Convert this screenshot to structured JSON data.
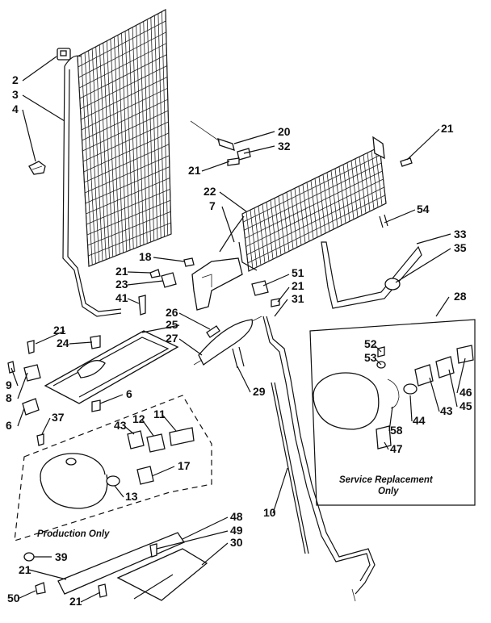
{
  "part_numbers": {
    "n2": "2",
    "n3": "3",
    "n4": "4",
    "n20": "20",
    "n32": "32",
    "n21_top_right": "21",
    "n21_left_mid": "21",
    "n22": "22",
    "n7": "7",
    "n54": "54",
    "n33": "33",
    "n35": "35",
    "n18": "18",
    "n21_bracket": "21",
    "n23": "23",
    "n51": "51",
    "n21_clip": "21",
    "n31": "31",
    "n41": "41",
    "n28": "28",
    "n26": "26",
    "n25": "25",
    "n21_pan": "21",
    "n24": "24",
    "n27": "27",
    "n52": "52",
    "n53": "53",
    "n9": "9",
    "n8": "8",
    "n6_left": "6",
    "n6_mid": "6",
    "n29": "29",
    "n46": "46",
    "n45": "45",
    "n43_svc": "43",
    "n44": "44",
    "n58": "58",
    "n47": "47",
    "n37": "37",
    "n43_prod": "43",
    "n12": "12",
    "n11": "11",
    "n13": "13",
    "n17": "17",
    "n10": "10",
    "n48": "48",
    "n49": "49",
    "n30": "30",
    "n39": "39",
    "n21_base_left": "21",
    "n50": "50",
    "n21_base_bottom": "21"
  },
  "captions": {
    "production_only": "Production Only",
    "service_line1": "Service Replacement",
    "service_line2": "Only"
  }
}
